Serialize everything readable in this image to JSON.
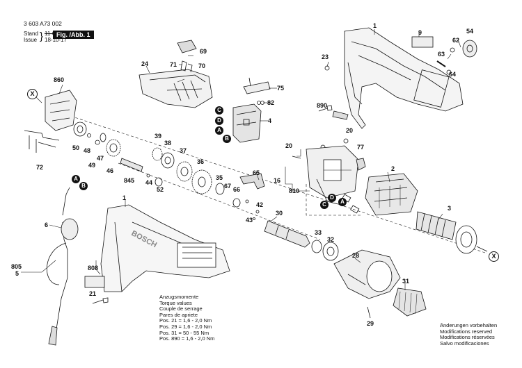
{
  "header": {
    "doc_number": "3 603 A73 002",
    "stand_label": "Stand",
    "issue_label": "Issue",
    "stand_date": "11-05",
    "issue_date": "18-10-17",
    "fig_label": "Fig. /Abb. 1"
  },
  "parts": {
    "p1a": "1",
    "p1b": "1",
    "p2": "2",
    "p3": "3",
    "p4": "4",
    "p5": "5",
    "p6": "6",
    "p9": "9",
    "p16": "16",
    "p20a": "20",
    "p20b": "20",
    "p21": "21",
    "p23": "23",
    "p24": "24",
    "p28": "28",
    "p29": "29",
    "p30": "30",
    "p31": "31",
    "p32": "32",
    "p33": "33",
    "p35": "35",
    "p36": "36",
    "p37": "37",
    "p38": "38",
    "p39": "39",
    "p42": "42",
    "p43": "43",
    "p44": "44",
    "p46": "46",
    "p47": "47",
    "p48": "48",
    "p49": "49",
    "p50": "50",
    "p52": "52",
    "p54": "54",
    "p62": "62",
    "p63": "63",
    "p64": "64",
    "p65": "65",
    "p66": "66",
    "p67": "67",
    "p69": "69",
    "p70": "70",
    "p71": "71",
    "p72": "72",
    "p75": "75",
    "p77": "77",
    "p82": "82",
    "p805": "805",
    "p808": "808",
    "p810": "810",
    "p845": "845",
    "p860": "860",
    "p890": "890"
  },
  "markers": {
    "x": "X",
    "a": "A",
    "b": "B",
    "c": "C",
    "d": "D"
  },
  "torque": {
    "lines": [
      "Anzugsmomente",
      "Torque values",
      "Couple de serrage",
      "Pares de apriete"
    ],
    "values": [
      "Pos.   21 = 1,6 - 2,0 Nm",
      "Pos.   29 = 1,6 - 2,0 Nm",
      "Pos.   31 = 50  - 55 Nm",
      "Pos. 890 = 1,6 - 2,0 Nm"
    ]
  },
  "notes": [
    "Änderungen vorbehalten",
    "Modifications reserved",
    "Modifications réservées",
    "Salvo modificaciones"
  ],
  "housing_brand": "BOSCH"
}
